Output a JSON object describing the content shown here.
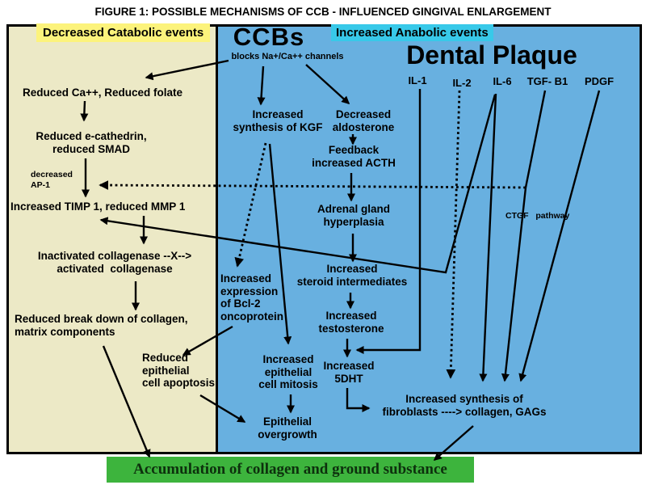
{
  "title": "FIGURE 1: POSSIBLE MECHANISMS OF CCB - INFLUENCED GINGIVAL ENLARGEMENT",
  "headers": {
    "catabolic": "Decreased Catabolic events",
    "anabolic": "Increased Anabolic events"
  },
  "sources": {
    "ccbs": "CCBs",
    "ccbs_action": "blocks Na+/Ca++ channels",
    "dental_plaque": "Dental Plaque",
    "cytokines": [
      "IL-1",
      "IL-2",
      "IL-6",
      "TGF- B1",
      "PDGF"
    ]
  },
  "catabolic_nodes": {
    "reduced_ca": "Reduced Ca++, Reduced folate",
    "e_cathedrin": "Reduced e-cathedrin,\nreduced SMAD",
    "ap1": "decreased\nAP-1",
    "timp": "Increased TIMP 1, reduced MMP 1",
    "collagenase": "Inactivated collagenase --X-->\nactivated  collagenase",
    "breakdown": "Reduced break down of collagen,\nmatrix components",
    "apoptosis": "Reduced\nepithelial\ncell apoptosis"
  },
  "anabolic_nodes": {
    "kgf": "Increased\nsynthesis of KGF",
    "bcl2": "Increased\nexpression\nof Bcl-2\noncoprotein",
    "mitosis": "Increased\nepithelial\ncell mitosis",
    "overgrowth": "Epithelial\novergrowth",
    "aldosterone": "Decreased\naldosterone",
    "acth": "Feedback\nincreased ACTH",
    "adrenal": "Adrenal gland\nhyperplasia",
    "steroid": "Increased\nsteroid intermediates",
    "testosterone": "Increased\ntestosterone",
    "dht": "Increased\n5DHT",
    "ctgf_pathway": "CTGF   pathway",
    "fibroblasts": "Increased synthesis of\nfibroblasts ----> collagen, GAGs"
  },
  "outcome": "Accumulation of collagen and ground substance",
  "colors": {
    "catabolic_panel": "#ece9c6",
    "anabolic_panel": "#68b0e0",
    "catabolic_highlight": "#fcf37c",
    "anabolic_highlight": "#38c9e9",
    "outcome_bar": "#3db43d",
    "line": "#000000"
  }
}
